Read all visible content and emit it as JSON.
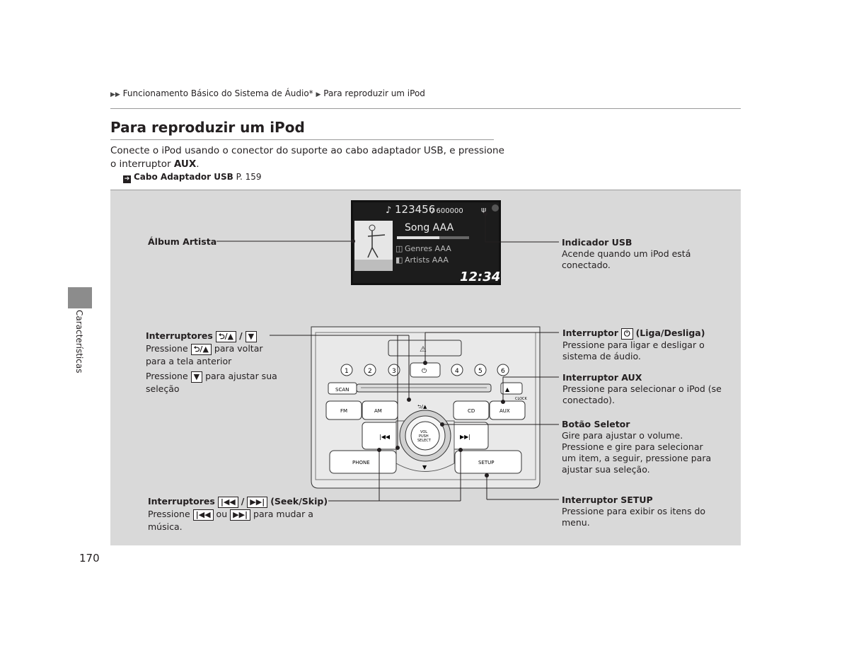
{
  "breadcrumb": {
    "part1": "Funcionamento Básico do Sistema de Áudio*",
    "part2": "Para reproduzir um iPod"
  },
  "title": "Para reproduzir um iPod",
  "intro": {
    "text": "Conecte o iPod usando o conector do suporte ao cabo adaptador USB, e pressione o interruptor ",
    "bold": "AUX",
    "end": "."
  },
  "xref": {
    "label": "Cabo Adaptador USB",
    "page": "P. 159"
  },
  "side_label": "Características",
  "page_number": "170",
  "display": {
    "track": "123456",
    "total": "/ 600000",
    "song": "Song AAA",
    "genre": "Genres AAA",
    "artist": "Artists AAA",
    "clock": "12:34"
  },
  "panel_buttons": {
    "presets": [
      "1",
      "2",
      "3",
      "4",
      "5",
      "6"
    ],
    "scan": "SCAN",
    "fm": "FM",
    "am": "AM",
    "cd": "CD",
    "aux": "AUX",
    "phone": "PHONE",
    "setup": "SETUP",
    "clock": "CLOCK",
    "back": "⮌/▲",
    "knob": [
      "VOL",
      "PUSH",
      "SELECT"
    ]
  },
  "callouts": {
    "album": {
      "title": "Álbum Artista"
    },
    "usb": {
      "title": "Indicador USB",
      "desc1": "Acende quando um iPod está",
      "desc2": "conectado."
    },
    "back": {
      "title": "Interruptores",
      "sep": "/",
      "d1a": "Pressione",
      "d1b": "para voltar",
      "d1c": "para a tela anterior",
      "d2a": "Pressione",
      "d2b": "para ajustar sua",
      "d2c": "seleção"
    },
    "power": {
      "title": "Interruptor",
      "title2": "(Liga/Desliga)",
      "desc1": "Pressione para ligar e desligar o",
      "desc2": "sistema de áudio."
    },
    "aux": {
      "title": "Interruptor AUX",
      "desc1": "Pressione para selecionar o iPod (se",
      "desc2": "conectado)."
    },
    "selector": {
      "title": "Botão Seletor",
      "desc1": "Gire para ajustar o volume.",
      "desc2": "Pressione e gire para selecionar",
      "desc3": "um item, a seguir, pressione para",
      "desc4": "ajustar sua seleção."
    },
    "seek": {
      "title": "Interruptores",
      "sep": "/",
      "title2": "(Seek/Skip)",
      "d1a": "Pressione",
      "d1b": "ou",
      "d1c": "para mudar a",
      "d1d": "música."
    },
    "setup": {
      "title": "Interruptor SETUP",
      "desc1": "Pressione para exibir os itens do",
      "desc2": "menu."
    }
  },
  "keys": {
    "back": "⮌/▲",
    "down": "▼",
    "prev": "|◀◀",
    "next": "▶▶|",
    "power": "⏻"
  }
}
